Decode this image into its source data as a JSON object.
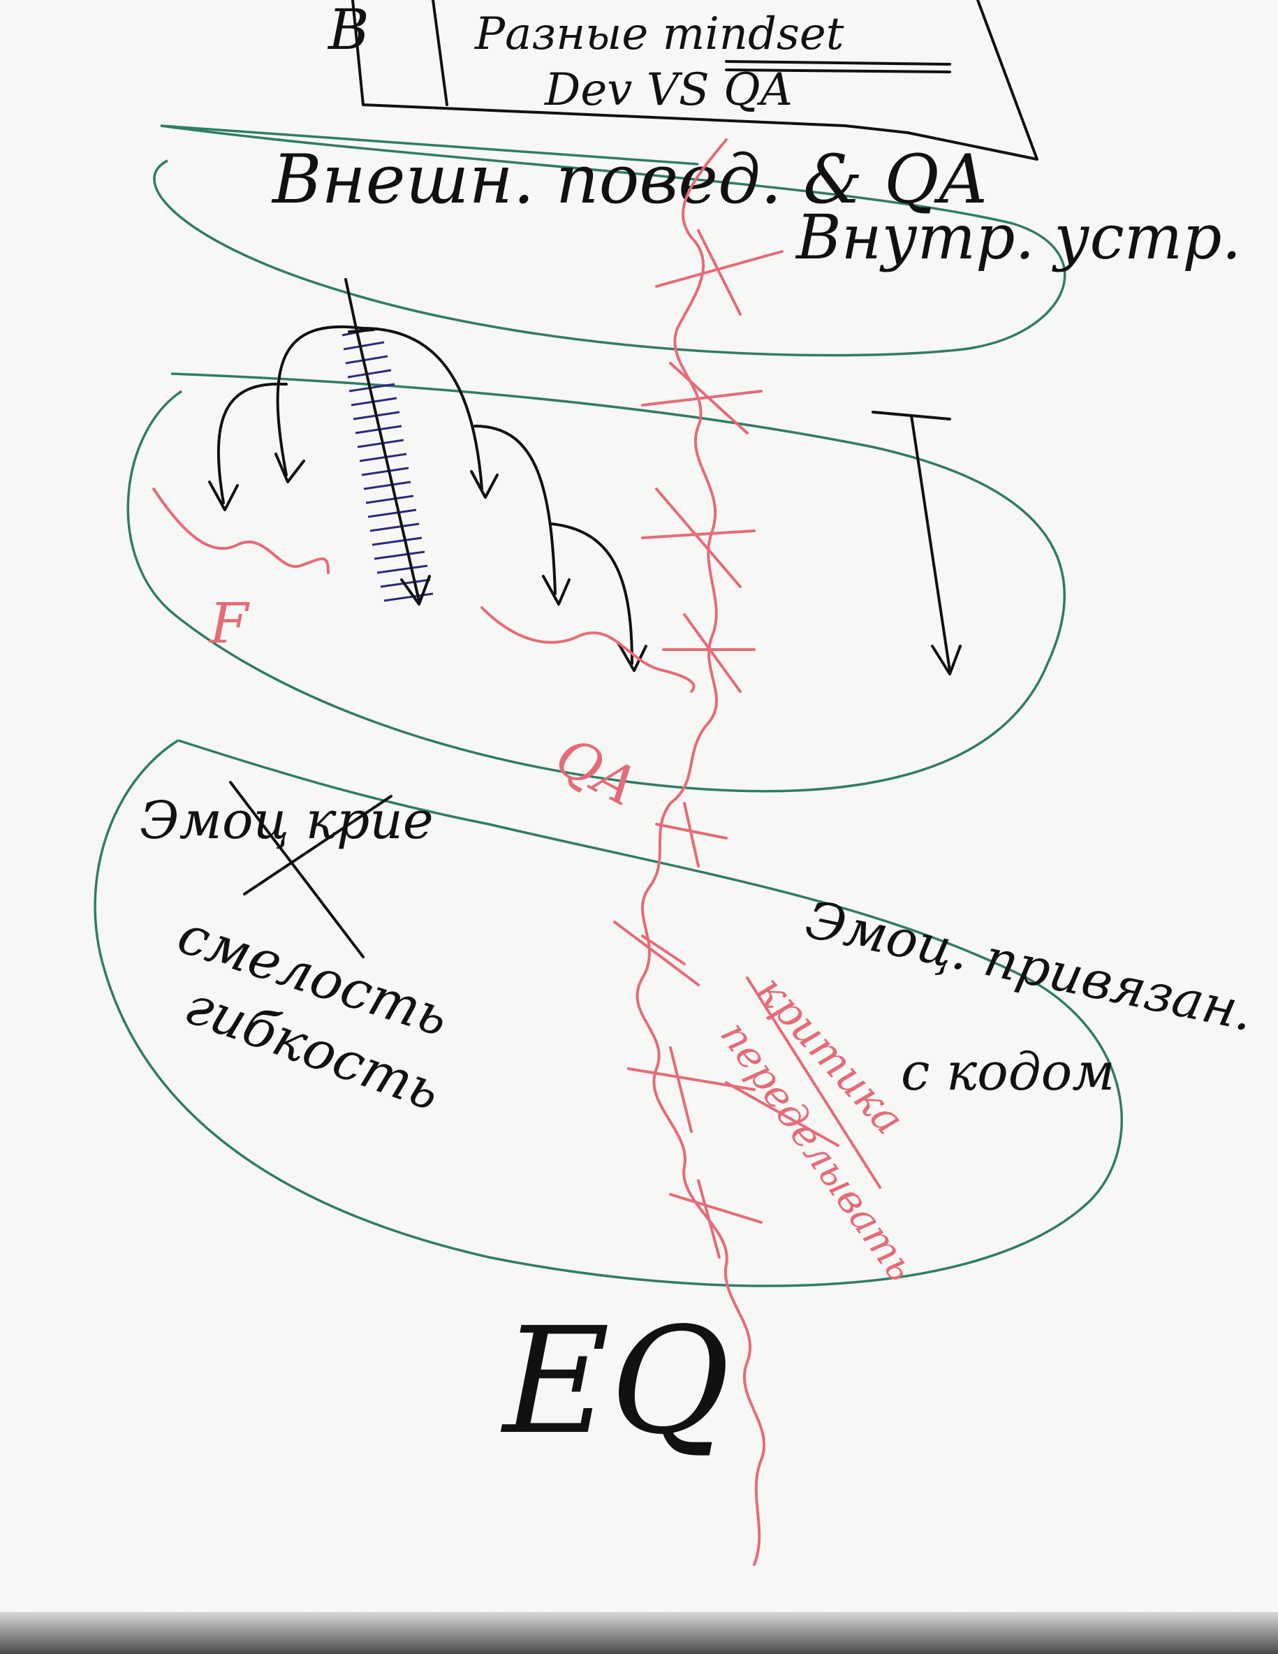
{
  "title": {
    "logo": "B",
    "line1": "Разные mindset",
    "line2": "Dev VS QA"
  },
  "top_oval": {
    "left": "Внешн. повед. & QA",
    "right": "Внутр. устр."
  },
  "middle_oval": {
    "left_label": "F",
    "qa_label": "QA"
  },
  "bottom_oval": {
    "left_strike": "Эмоц крие",
    "left_line1": "смелость",
    "left_line2": "гибкость",
    "right_line1": "Эмоц. привязан.",
    "right_line2": "с кодом",
    "red_strike1": "критика",
    "red_strike2": "переделывать"
  },
  "footer": {
    "eq": "EQ"
  },
  "colors": {
    "ink": "#111111",
    "marker_green": "#2f7d63",
    "marker_red": "#e56b78",
    "hatch_blue": "#2b2a7a"
  }
}
